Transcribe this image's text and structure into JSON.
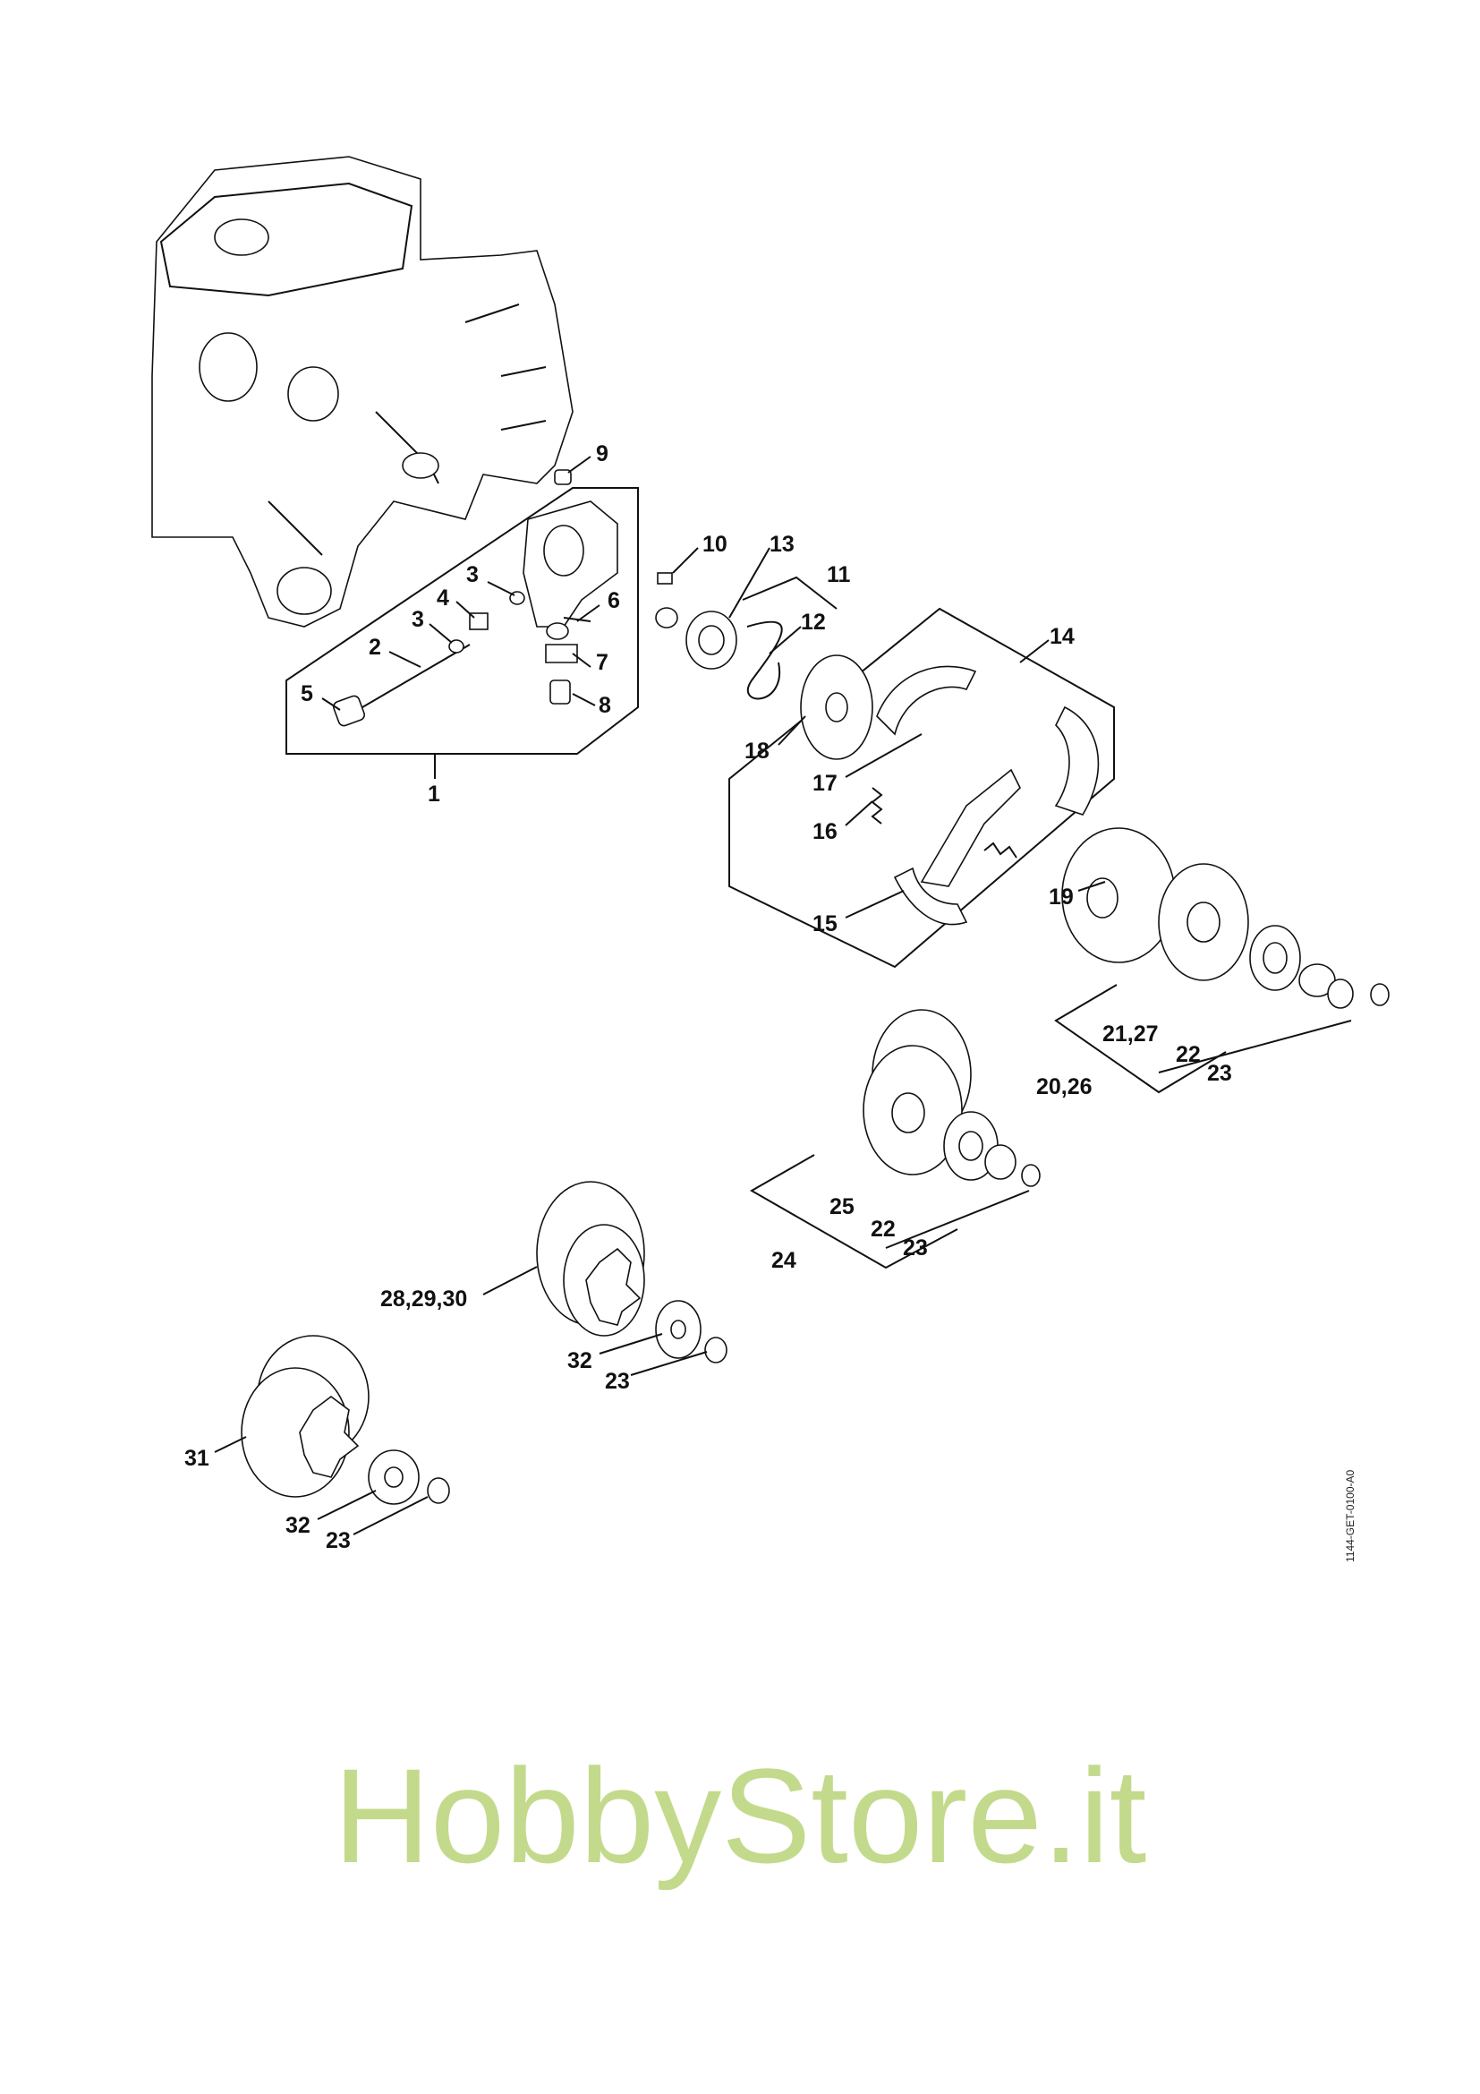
{
  "diagram_id": "1144-GET-0100-A0",
  "watermark": "HobbyStore.it",
  "callouts": [
    "9",
    "10",
    "13",
    "11",
    "12",
    "14",
    "3",
    "4",
    "6",
    "3",
    "2",
    "7",
    "5",
    "8",
    "1",
    "18",
    "17",
    "16",
    "15",
    "19",
    "21,27",
    "22",
    "20,26",
    "23",
    "25",
    "22",
    "24",
    "23",
    "28,29,30",
    "32",
    "23",
    "31",
    "32",
    "23"
  ]
}
